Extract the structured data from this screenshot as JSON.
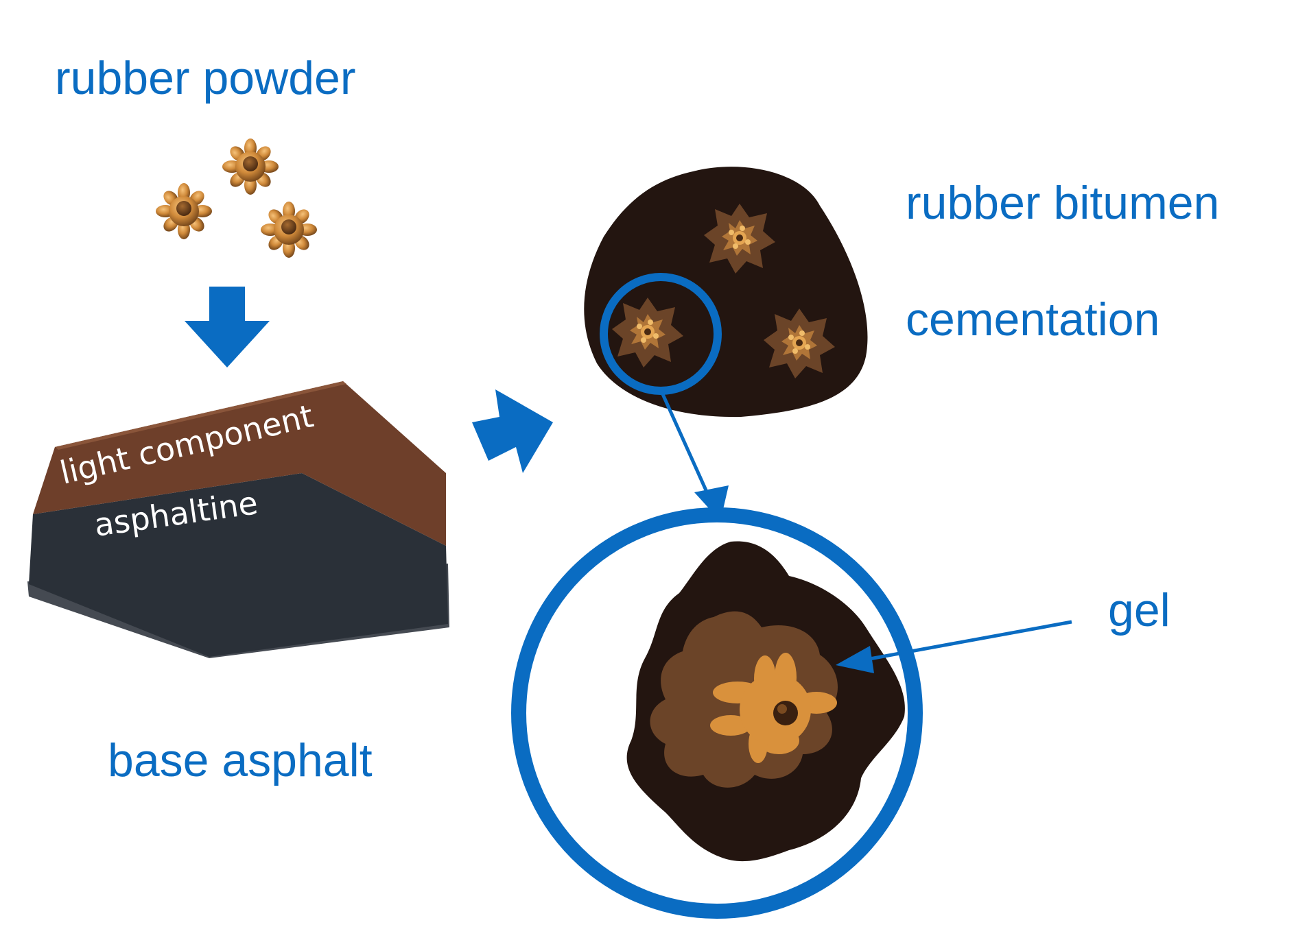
{
  "labels": {
    "rubber_powder": "rubber powder",
    "base_asphalt": "base asphalt",
    "rubber_bitumen": "rubber bitumen",
    "cementation": "cementation",
    "gel": "gel"
  },
  "block_layers": {
    "light_component": "light component",
    "asphaltine": "asphaltine"
  },
  "colors": {
    "accent_blue": "#0a6cc2",
    "bitumen_dark": "#231510",
    "gel_brown": "#6b4428",
    "particle_orange": "#d9913c",
    "light_layer": "#6e3f2a",
    "asphaltine_layer": "#2a3038",
    "block_side": "#454a52"
  },
  "icons": [
    "down-arrow-icon",
    "right-arrow-icon",
    "zoom-circle-icon",
    "pointer-arrow-icon"
  ]
}
